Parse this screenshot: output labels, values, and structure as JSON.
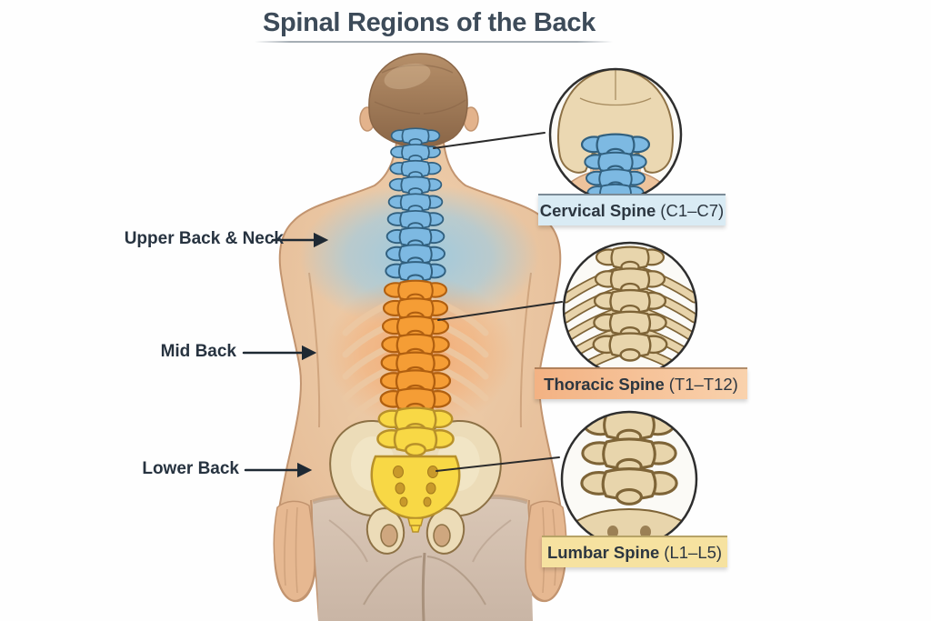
{
  "title": "Spinal Regions of the Back",
  "figure_labels": {
    "upper": "Upper Back & Neck",
    "mid": "Mid Back",
    "lower": "Lower Back"
  },
  "insets": {
    "cervical": {
      "label": "Cervical Spine",
      "range": "(C1–C7)"
    },
    "thoracic": {
      "label": "Thoracic Spine",
      "range": "(T1–T12)"
    },
    "lumbar": {
      "label": "Lumbar Spine",
      "range": "(L1–L5)"
    }
  },
  "colors": {
    "cervical_spine": "#7db9e2",
    "thoracic_spine": "#f59d35",
    "lumbar_spine": "#f8d845",
    "cervical_banner": "#d9ebf4",
    "thoracic_banner": "#f6c29a",
    "lumbar_banner": "#f6e2a0",
    "bone": "#e8d5ac",
    "title_text": "#3d4b59"
  }
}
